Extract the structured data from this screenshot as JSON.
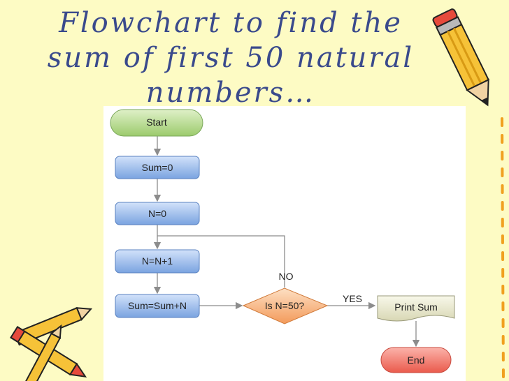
{
  "slide": {
    "title_lines": [
      "Flowchart to find the",
      "sum of first 50 natural",
      "numbers…"
    ]
  },
  "flowchart": {
    "nodes": {
      "start": "Start",
      "sum_init": "Sum=0",
      "n_init": "N=0",
      "increment": "N=N+1",
      "accumulate": "Sum=Sum+N",
      "decision": "Is N=50?",
      "print": "Print Sum",
      "end": "End"
    },
    "edges": {
      "no_label": "NO",
      "yes_label": "YES"
    }
  },
  "colors": {
    "background": "#fdfbc4",
    "title": "#3a4a8c",
    "terminal_start": "#b5d98c",
    "process": "#8fb3e8",
    "decision": "#f7b07a",
    "document": "#ecebd2",
    "terminal_end": "#f2766a",
    "connector": "#8c8c8c"
  }
}
